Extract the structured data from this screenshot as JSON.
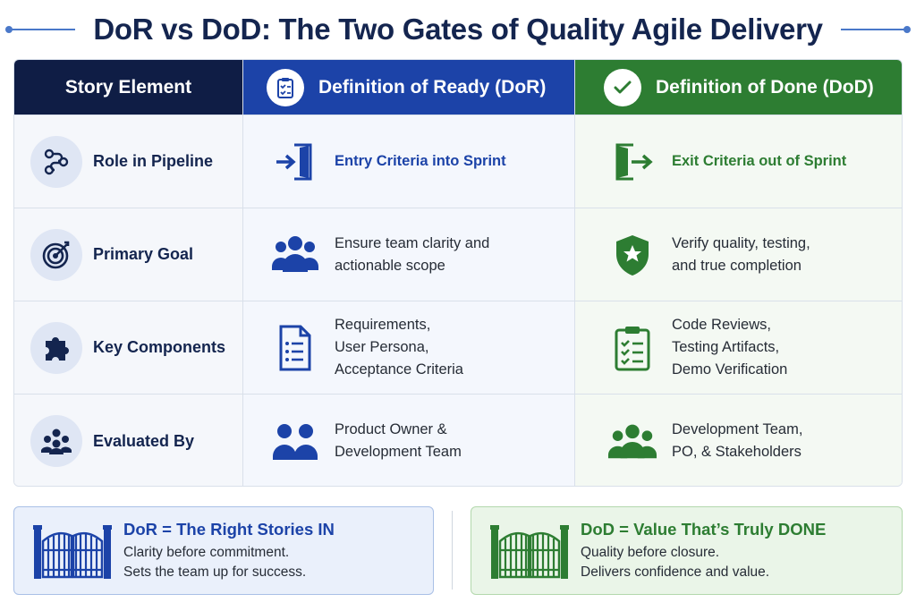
{
  "title": "DoR vs DoD: The Two Gates of Quality Agile Delivery",
  "colors": {
    "navy": "#0f1d45",
    "dor_blue": "#1c43a8",
    "dod_green": "#2d7d32"
  },
  "headers": {
    "element": "Story Element",
    "dor": "Definition of Ready (DoR)",
    "dod": "Definition of Done (DoD)"
  },
  "rows": [
    {
      "element": "Role in Pipeline",
      "element_icon": "pipeline-icon",
      "dor": "Entry Criteria into Sprint",
      "dor_icon": "enter-door-icon",
      "dod": "Exit Criteria out of Sprint",
      "dod_icon": "exit-door-icon"
    },
    {
      "element": "Primary Goal",
      "element_icon": "target-icon",
      "dor": "Ensure team clarity and\nactionable scope",
      "dor_icon": "team-icon",
      "dod": "Verify quality, testing,\nand true completion",
      "dod_icon": "shield-star-icon"
    },
    {
      "element": "Key Components",
      "element_icon": "puzzle-icon",
      "dor": "Requirements,\nUser Persona,\nAcceptance Criteria",
      "dor_icon": "document-list-icon",
      "dod": "Code Reviews,\nTesting Artifacts,\nDemo Verification",
      "dod_icon": "clipboard-check-icon"
    },
    {
      "element": "Evaluated By",
      "element_icon": "group-icon",
      "dor": "Product Owner &\nDevelopment Team",
      "dor_icon": "two-people-icon",
      "dod": "Development Team,\nPO, & Stakeholders",
      "dod_icon": "three-people-icon"
    }
  ],
  "summary": {
    "dor": {
      "title": "DoR = The Right Stories IN",
      "line1": "Clarity before commitment.",
      "line2": "Sets the team up for success.",
      "icon": "gate-icon"
    },
    "dod": {
      "title": "DoD = Value That’s Truly DONE",
      "line1": "Quality before closure.",
      "line2": "Delivers confidence and value.",
      "icon": "gate-icon"
    }
  }
}
